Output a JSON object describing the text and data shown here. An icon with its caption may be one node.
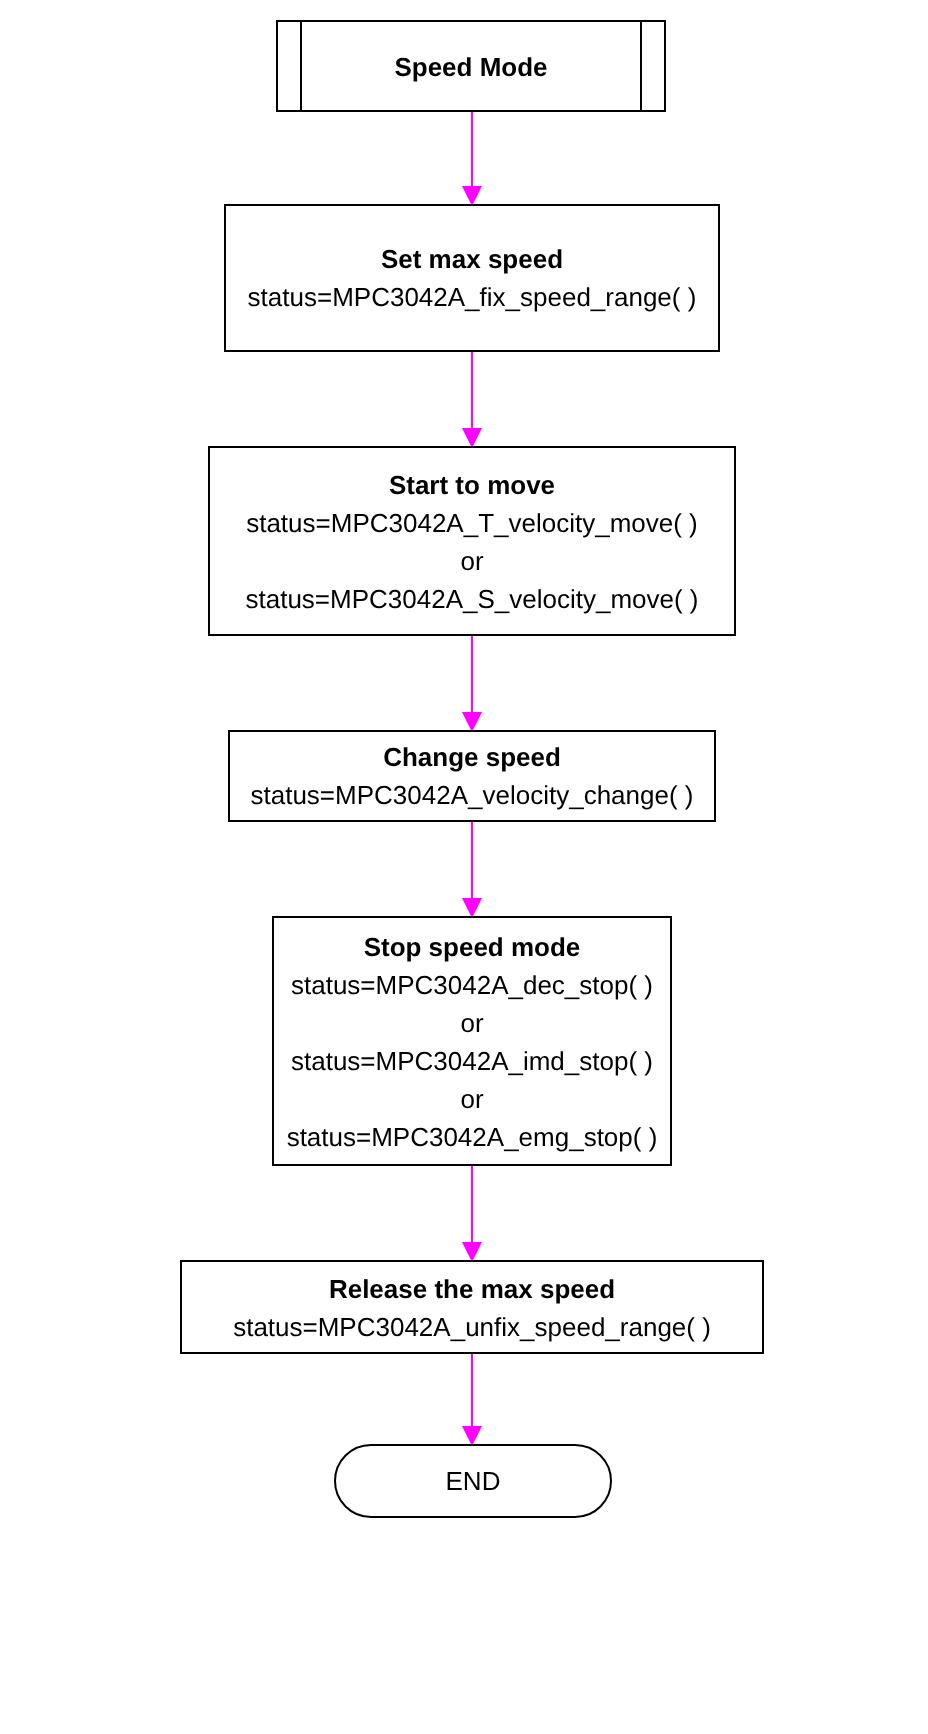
{
  "diagram": {
    "nodes": [
      {
        "text": [
          "Speed Mode"
        ]
      },
      {
        "text": [
          "Set max speed",
          "status=MPC3042A_fix_speed_range( )"
        ]
      },
      {
        "text": [
          "Start to move",
          "status=MPC3042A_T_velocity_move( )",
          "or",
          "status=MPC3042A_S_velocity_move( )"
        ]
      },
      {
        "text": [
          "Change speed",
          "status=MPC3042A_velocity_change( )"
        ]
      },
      {
        "text": [
          "Stop speed mode",
          "status=MPC3042A_dec_stop( )",
          "or",
          "status=MPC3042A_imd_stop( )",
          "or",
          "status=MPC3042A_emg_stop( )"
        ]
      },
      {
        "text": [
          "Release the max speed",
          "status=MPC3042A_unfix_speed_range( )"
        ]
      },
      {
        "text": [
          "END"
        ]
      }
    ],
    "edges": [
      {
        "from": 0,
        "to": 1,
        "arrow": "to",
        "color": "#ff00ff"
      },
      {
        "from": 1,
        "to": 2,
        "arrow": "to",
        "color": "#ff00ff"
      },
      {
        "from": 2,
        "to": 3,
        "arrow": "to",
        "color": "#ff00ff"
      },
      {
        "from": 3,
        "to": 4,
        "arrow": "to",
        "color": "#ff00ff"
      },
      {
        "from": 4,
        "to": 5,
        "arrow": "to",
        "color": "#ff00ff"
      },
      {
        "from": 5,
        "to": 6,
        "arrow": "to",
        "color": "#ff00ff"
      }
    ]
  }
}
